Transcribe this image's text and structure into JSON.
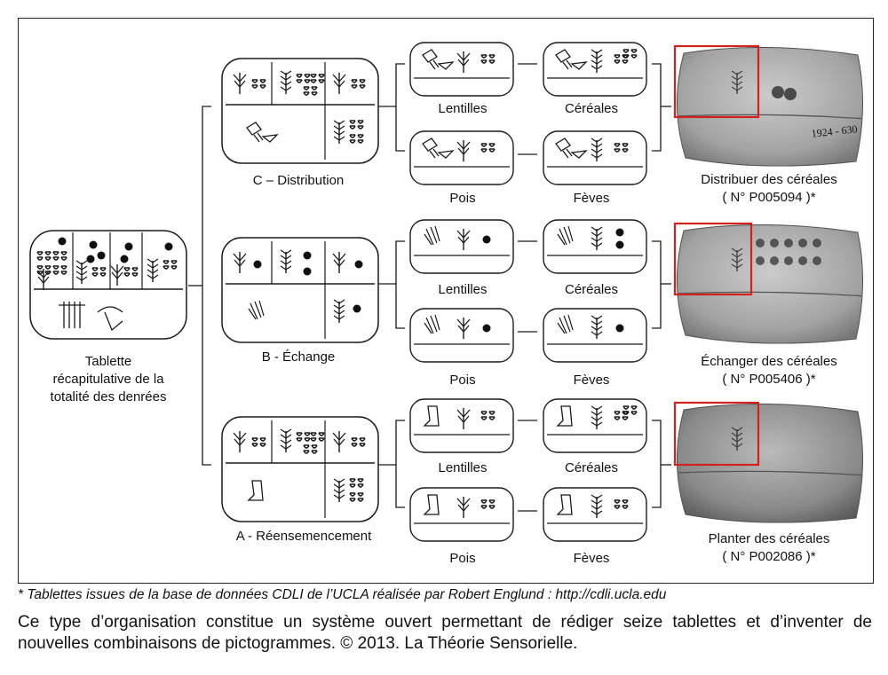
{
  "summary_tablet": {
    "label_lines": [
      "Tablette",
      "récapitulative de la",
      "totalité des denrées"
    ]
  },
  "groups": [
    {
      "label": "C – Distribution",
      "tablets": [
        "Lentilles",
        "Céréales",
        "Pois",
        "Fèves"
      ],
      "photo_caption": [
        "Distribuer des céréales",
        "( N° P005094 )*"
      ]
    },
    {
      "label": "B - Échange",
      "tablets": [
        "Lentilles",
        "Céréales",
        "Pois",
        "Fèves"
      ],
      "photo_caption": [
        "Échanger des céréales",
        "( N° P005406 )*"
      ]
    },
    {
      "label": "A - Réensemencement",
      "tablets": [
        "Lentilles",
        "Céréales",
        "Pois",
        "Fèves"
      ],
      "photo_caption": [
        "Planter des céréales",
        "( N° P002086 )*"
      ]
    }
  ],
  "photo_stamp": "1924 - 630",
  "footnote": "* Tablettes issues de la base de données CDLI de l’UCLA réalisée par Robert Englund : http://cdli.ucla.edu",
  "caption": "Ce type d’organisation constitue un système ouvert permettant de rédiger seize tablettes et d’inventer de nouvelles combinaisons de pictogrammes. © 2013. La Théorie Sensorielle.",
  "colors": {
    "highlight": "#d42020",
    "ink": "#1a1a1a",
    "clay": "#b8b8b8"
  }
}
